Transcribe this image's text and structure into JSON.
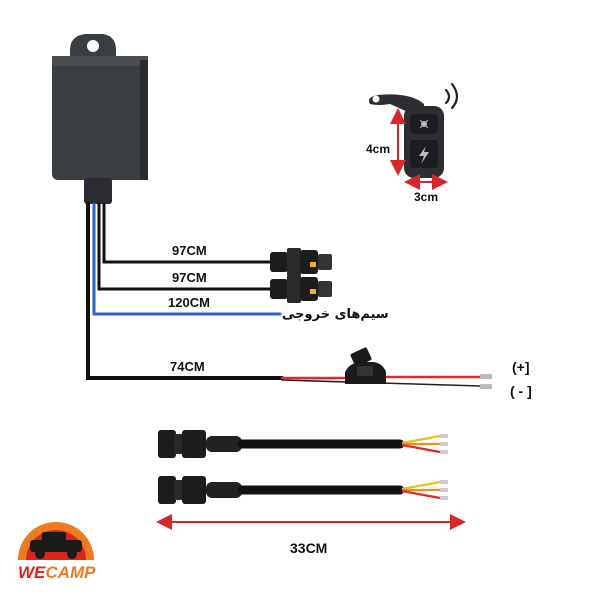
{
  "labels": {
    "wire1": "97CM",
    "wire2": "97CM",
    "wire3": "120CM",
    "wire_output": "سیم‌های خروجی",
    "wire4": "74CM",
    "positive": "(+]",
    "negative": "( - ]",
    "remote_height": "4cm",
    "remote_width": "3cm",
    "cable_length": "33CM"
  },
  "logo": {
    "we": "WE",
    "camp": "CAMP"
  },
  "colors": {
    "housing": "#3a3d42",
    "housing_dark": "#2a2c30",
    "wire_black": "#111111",
    "wire_blue": "#2f63c8",
    "wire_red": "#e12a2a",
    "wire_orange": "#f08a2a",
    "wire_yellow": "#e6c21f",
    "dimension_red": "#d8262a",
    "logo_orange": "#f07a1d",
    "logo_red": "#d9261c"
  },
  "icons": [
    "wifi-signal-icon",
    "light-button-icon",
    "lightning-button-icon",
    "fuse-holder-icon",
    "connector-icon"
  ]
}
